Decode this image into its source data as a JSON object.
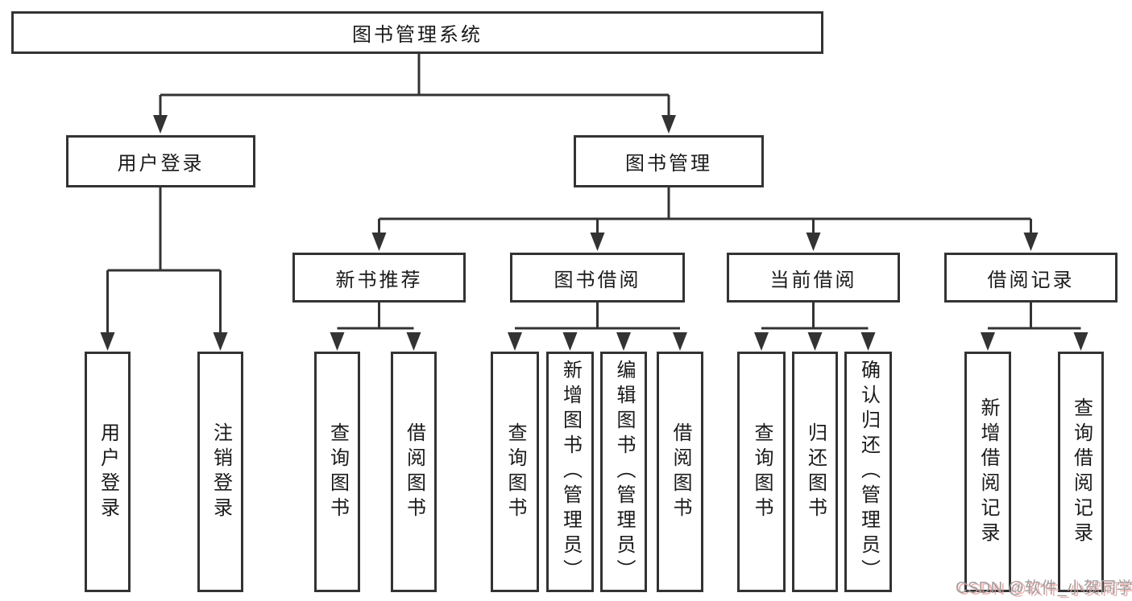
{
  "title": {
    "label": "图书管理系统"
  },
  "branches": {
    "user_login": {
      "label": "用户登录",
      "children": [
        {
          "label": "用户登录"
        },
        {
          "label": "注销登录"
        }
      ]
    },
    "book_mgmt": {
      "label": "图书管理",
      "children": [
        {
          "label": "新书推荐",
          "children": [
            {
              "label": "查询图书"
            },
            {
              "label": "借阅图书"
            }
          ]
        },
        {
          "label": "图书借阅",
          "children": [
            {
              "label": "查询图书"
            },
            {
              "label": "新增图书（管理员）"
            },
            {
              "label": "编辑图书（管理员）"
            },
            {
              "label": "借阅图书"
            }
          ]
        },
        {
          "label": "当前借阅",
          "children": [
            {
              "label": "查询图书"
            },
            {
              "label": "归还图书"
            },
            {
              "label": "确认归还（管理员）"
            }
          ]
        },
        {
          "label": "借阅记录",
          "children": [
            {
              "label": "新增借阅记录"
            },
            {
              "label": "查询借阅记录"
            }
          ]
        }
      ]
    }
  },
  "watermark": {
    "text": "CSDN @软件_小贺同学"
  },
  "colors": {
    "line": "#333333",
    "box_border": "#333333",
    "text": "#1a1a1a",
    "background": "#ffffff",
    "watermark_gray": "#9f9f9f",
    "watermark_shadow": "#eb9696"
  }
}
